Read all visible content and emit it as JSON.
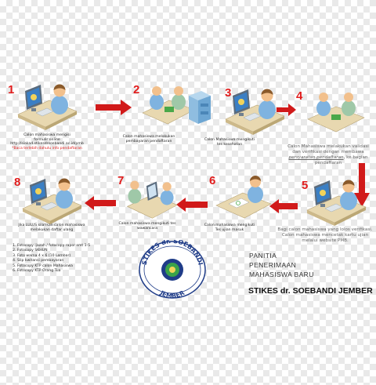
{
  "steps": [
    {
      "number": "1",
      "text": "Calon mahasiswa mengisi\nformulir online\nhttp://siakad.stikesdrsoebandi.ac.id/pmb",
      "note": "*Baca terlebih dahulu info pendaftaran"
    },
    {
      "number": "2",
      "text": "Calon mahasiswa melakukan\npembayaran pendaftaran"
    },
    {
      "number": "3",
      "text": "Calon Mahasiswa mengikuti\ntes kesehatan"
    },
    {
      "number": "4",
      "text_before": "Calon Mahasiswa melakukan validasi\ndan verifikasi dengan membawa\n",
      "text_link": "persyaratan pendaftaran",
      "text_after": ", ke bagian\npendaftaran"
    },
    {
      "number": "5",
      "text": "Bagi calon mahasiswa yang lolos verifikasi.\nCalon mahasiswa mencetak kartu ujian\nmelalui website PMB."
    },
    {
      "number": "6",
      "text": "Calon mahasiswa mengikuti\nTes ujian masuk"
    },
    {
      "number": "7",
      "text": "Calon mahasiswa mengikuti tes wawancara"
    },
    {
      "number": "8",
      "text": "Jika LULUS silahkan calon mahasiswa\nmelakukan daftar ulang"
    }
  ],
  "requirements": [
    "Fotocopy ijazah / fotocopy rapor smt 1-5",
    "Fotocopy SKHUN",
    "Foto warna 4 x 6 (10 Lembar)",
    "Slip kwitansi pembayaran",
    "Fotocopy KTP calon Mahasiswa",
    "Fotocopy KTP Orang Tua"
  ],
  "logo": {
    "top_text": "STIKES dr. SOEBANDI",
    "bottom_text": "JEMBER"
  },
  "brand": {
    "line1": "PANITIA",
    "line2": "PENERIMAAN",
    "line3": "MAHASISWA BARU",
    "line4": "STIKES dr. SOEBANDI JEMBER"
  },
  "colors": {
    "accent_red": "#e11d1d",
    "screen_blue": "#3b7fc4",
    "person_skin": "#f2c08c",
    "shirt_blue": "#7fb3e0",
    "desk_tan": "#e6d3a8"
  }
}
